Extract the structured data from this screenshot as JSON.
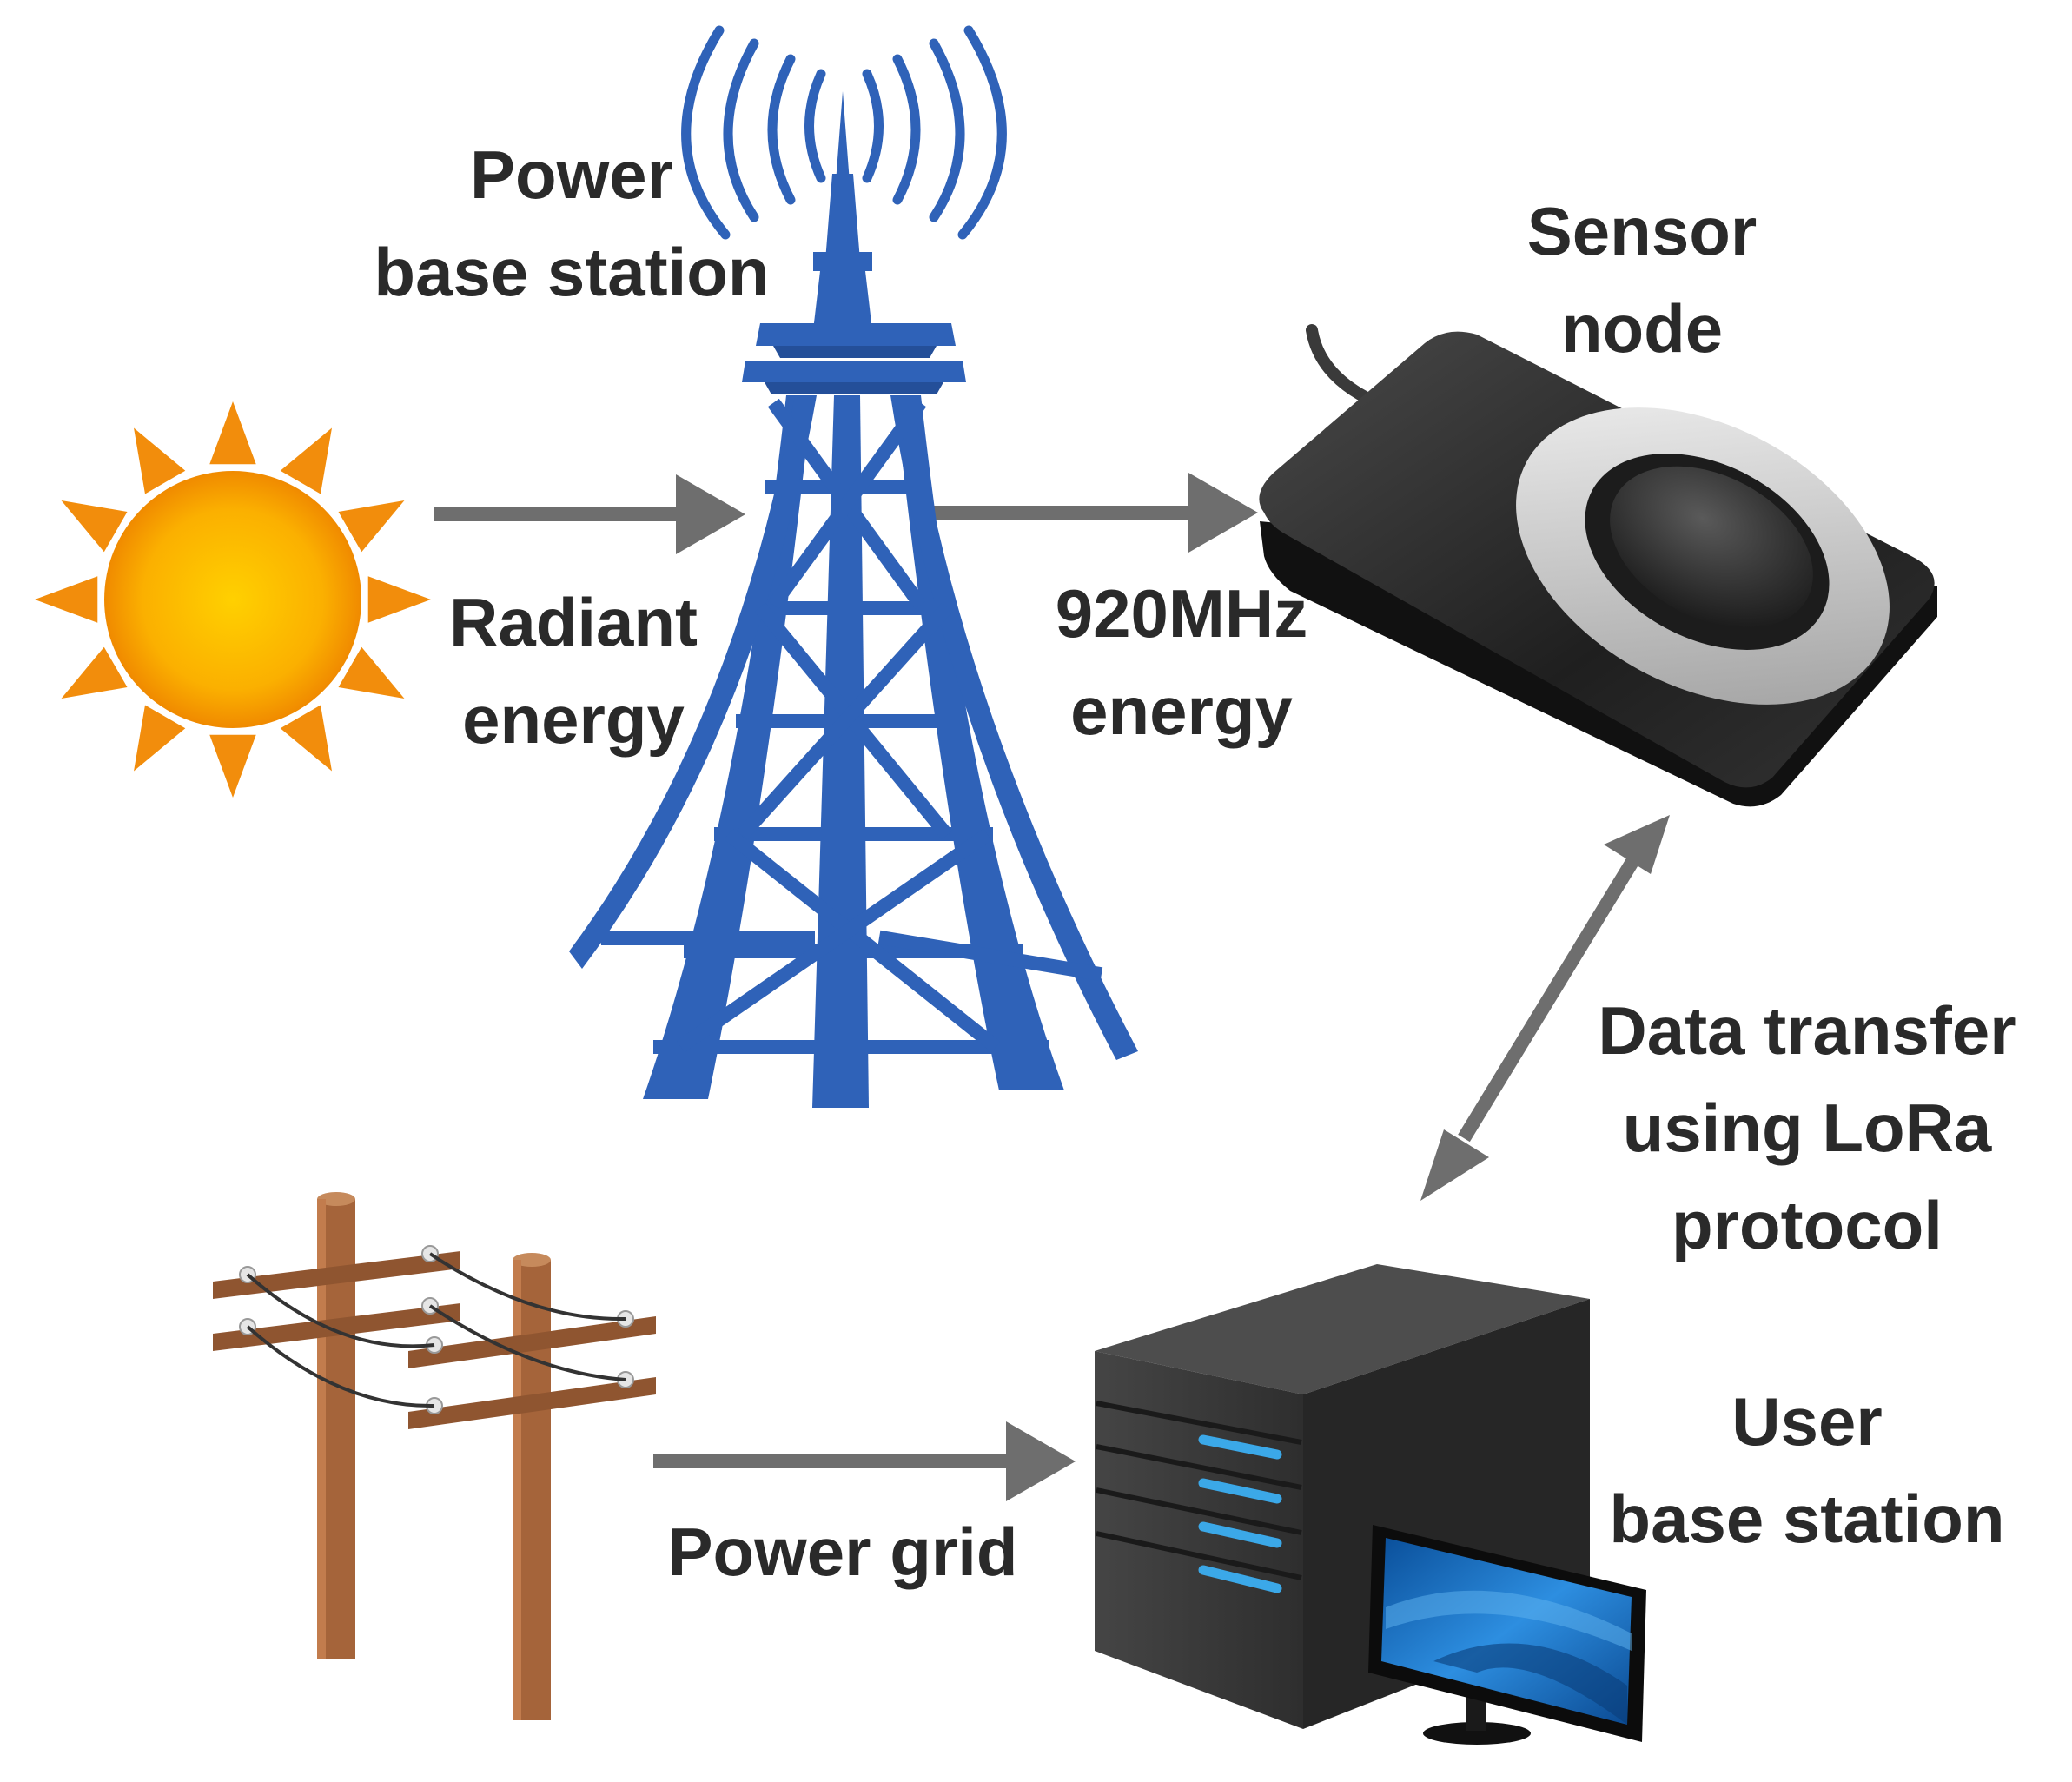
{
  "labels": {
    "power_base_station": {
      "line1": "Power",
      "line2": "base station"
    },
    "sensor_node": {
      "line1": "Sensor",
      "line2": "node"
    },
    "radiant_energy": {
      "line1": "Radiant",
      "line2": "energy"
    },
    "mhz_energy": {
      "line1": "920MHz",
      "line2": "energy"
    },
    "data_transfer": {
      "line1": "Data transfer",
      "line2": "using LoRa",
      "line3": "protocol"
    },
    "user_base_station": {
      "line1": "User",
      "line2": "base station"
    },
    "power_grid": "Power grid"
  },
  "colors": {
    "arrow": "#6e6e6e",
    "tower": "#2f62b8",
    "sun_core": "#fbb800",
    "sun_ray": "#f28d0c",
    "pole_wood": "#a5643a",
    "server_body": "#3a3a3a",
    "server_light": "#3ba8e8",
    "monitor_screen": "#1c6db8",
    "sensor_body": "#2b2b2b",
    "text": "#2a2a2a"
  },
  "icons": [
    "sun-icon",
    "tower-icon",
    "sensor-node-icon",
    "utility-pole-icon",
    "server-icon",
    "monitor-icon"
  ]
}
